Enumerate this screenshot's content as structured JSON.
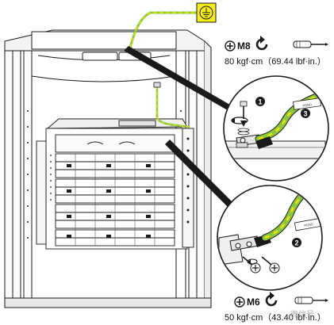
{
  "ground_symbol": "ground-symbol",
  "colors": {
    "ground_wire_green": "#8cc63f",
    "ground_wire_yellow": "#f2e600",
    "ground_box_fill": "#f7ec18",
    "line": "#1a1a1a",
    "cabinet_fill": "#ffffff",
    "shade": "#d9d9d9"
  },
  "top_spec": {
    "bolt": "M8",
    "torque": "80 kgf·cm（69.44 lbf·in.）",
    "icons": [
      "cross-bolt-icon",
      "rotate-clockwise-icon",
      "screwdriver-icon"
    ]
  },
  "bottom_spec": {
    "bolt": "M6",
    "torque": "50 kgf·cm（43.40 lbf·in.）",
    "icons": [
      "cross-bolt-icon",
      "rotate-clockwise-icon",
      "screwdriver-icon"
    ]
  },
  "callouts": {
    "top": [
      "1",
      "3"
    ],
    "bottom": [
      "2"
    ]
  },
  "labels": {
    "wire_tag_top": "PGND",
    "wire_tag_bottom": "PGND",
    "watermark": "微信号"
  }
}
